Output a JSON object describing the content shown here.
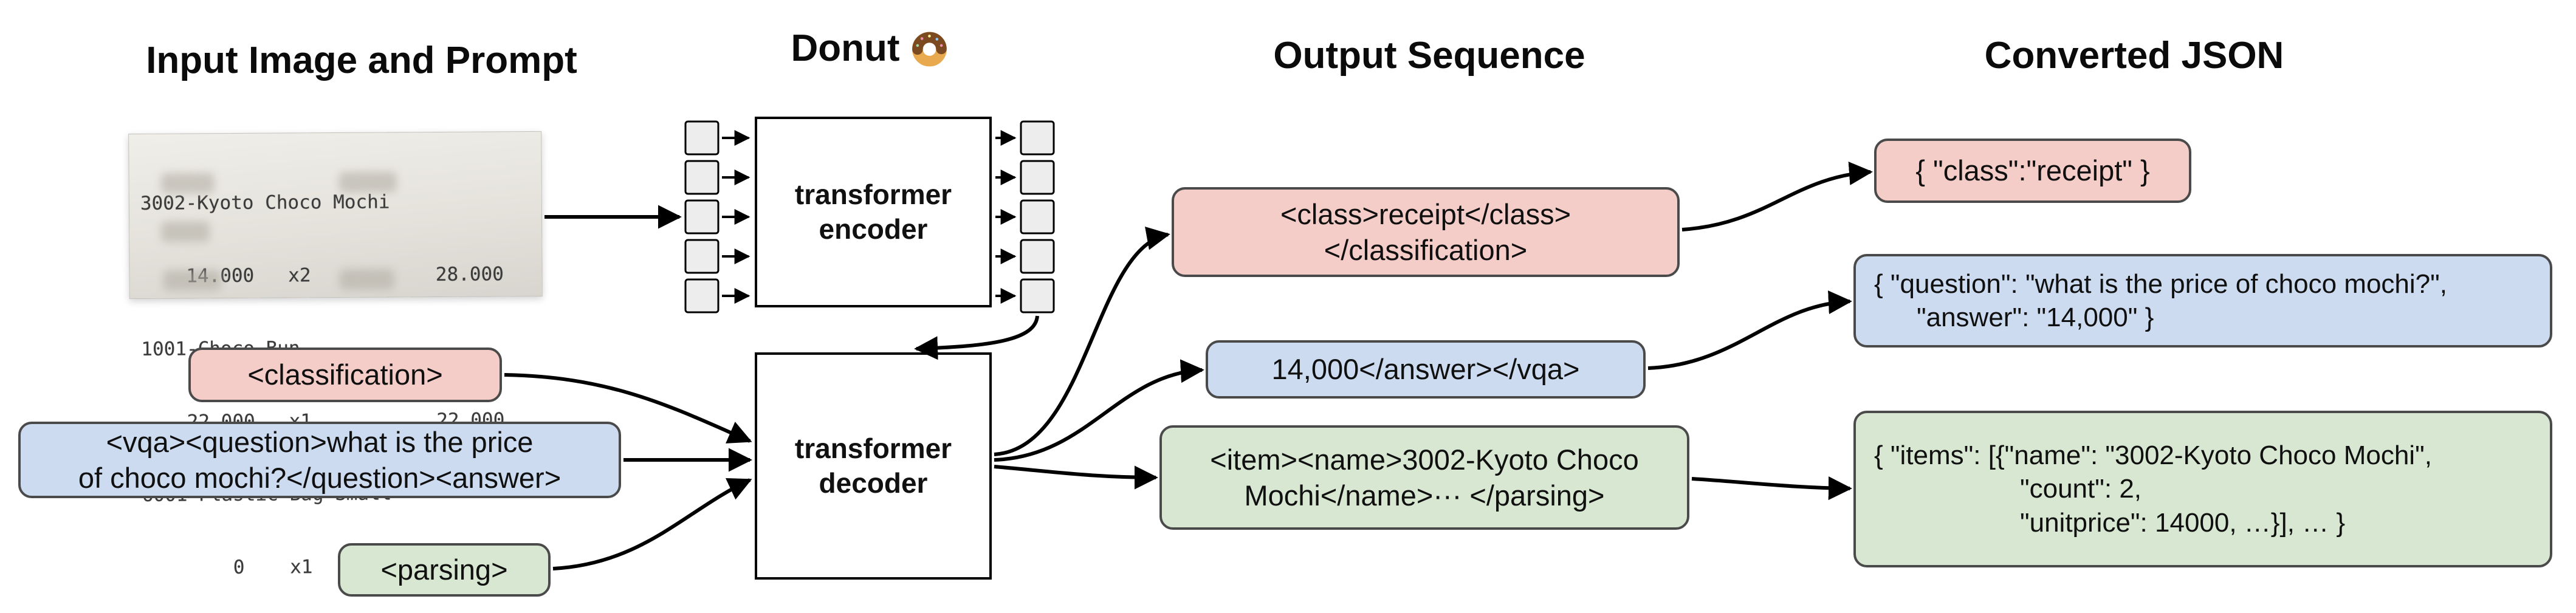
{
  "figure": {
    "headers": {
      "input": "Input Image and Prompt",
      "model": "Donut",
      "output": "Output Sequence",
      "converted": "Converted JSON"
    }
  },
  "receipt": {
    "lines": [
      "3002-Kyoto Choco Mochi",
      "    14.000   x2           28.000",
      "1001-Choco Bun",
      "    22.000   x1           22.000",
      "6001-Plastic Bag Small",
      "        0    x1                0"
    ]
  },
  "prompts": {
    "classification": "<classification>",
    "vqa_line1": "<vqa><question>what is the price",
    "vqa_line2": "of choco mochi?</question><answer>",
    "parsing": "<parsing>"
  },
  "model": {
    "encoder_line1": "transformer",
    "encoder_line2": "encoder",
    "decoder_line1": "transformer",
    "decoder_line2": "decoder"
  },
  "outputs": {
    "classification_line1": "<class>receipt</class>",
    "classification_line2": "</classification>",
    "vqa": "14,000</answer></vqa>",
    "parsing_line1": "<item><name>3002-Kyoto Choco",
    "parsing_line2": "Mochi</name>··· </parsing>"
  },
  "converted": {
    "classification": "{ \"class\":\"receipt\" }",
    "vqa_line1": "{ \"question\": \"what is the price of choco mochi?\",",
    "vqa_line2": "\"answer\": \"14,000\" }",
    "parsing_line1": "{ \"items\": [{\"name\": \"3002-Kyoto Choco Mochi\",",
    "parsing_line2": "\"count\": 2,",
    "parsing_line3": "\"unitprice\": 14000, …}], … }"
  },
  "icons": {
    "donut_icon": "🍩"
  },
  "colors": {
    "classification_fill": "#f5cdc8",
    "vqa_fill": "#ccdbf0",
    "parsing_fill": "#d7e7d1",
    "box_border": "#4a4a4a",
    "arrow": "#000000"
  }
}
